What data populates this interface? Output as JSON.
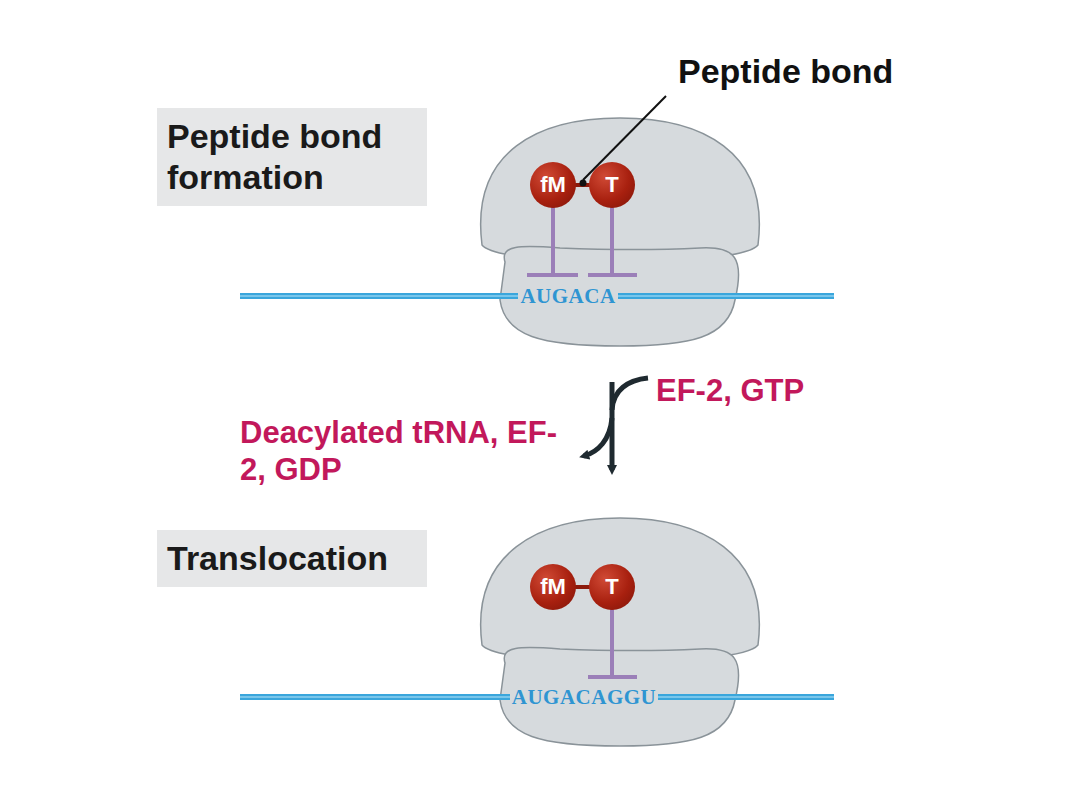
{
  "diagram": {
    "nodes": [
      {
        "text": [
          "Peptide bond formation"
        ]
      },
      {
        "text": [
          "fM"
        ]
      },
      {
        "text": [
          "T"
        ]
      },
      {
        "text": [
          "Translocation"
        ]
      },
      {
        "text": [
          "fM"
        ]
      },
      {
        "text": [
          "T"
        ]
      }
    ],
    "edges": [
      {
        "from": 1,
        "to": 2,
        "arrow": "none"
      },
      {
        "from": 4,
        "to": 5,
        "arrow": "none"
      }
    ],
    "labels": [
      "Peptide bond",
      "AUGACA",
      "EF-2, GTP",
      "Deacylated tRNA, EF-2, GDP",
      "AUGACAGGU"
    ]
  }
}
